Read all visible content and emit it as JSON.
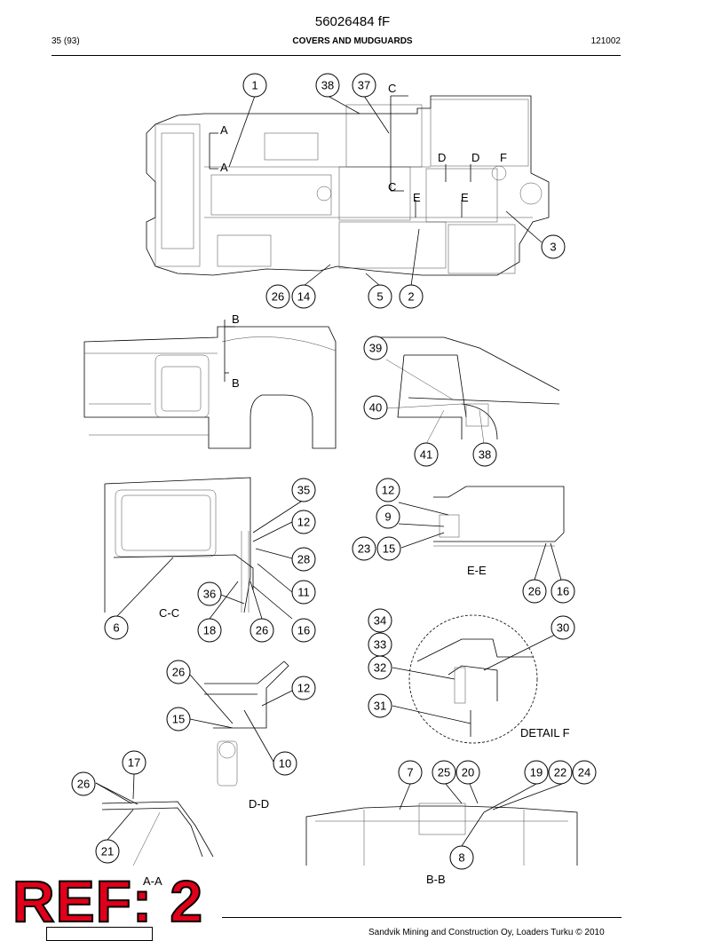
{
  "header": {
    "doc_number": "56026484 fF",
    "page": "35 (93)",
    "title": "COVERS AND MUDGUARDS",
    "date_code": "121002"
  },
  "section_labels": {
    "cc": "C-C",
    "ee": "E-E",
    "dd": "D-D",
    "aa": "A-A",
    "bb": "B-B",
    "detail_f": "DETAIL F"
  },
  "view_letters": {
    "a": "A",
    "b": "B",
    "c": "C",
    "d": "D",
    "e": "E",
    "f": "F"
  },
  "callouts": {
    "top": [
      "1",
      "38",
      "37",
      "3",
      "26",
      "14",
      "5",
      "2"
    ],
    "bsec": [
      "39",
      "40",
      "41",
      "38"
    ],
    "cc": [
      "35",
      "12",
      "28",
      "11",
      "36",
      "6",
      "18",
      "26",
      "16"
    ],
    "ee": [
      "12",
      "9",
      "23",
      "15",
      "26",
      "16"
    ],
    "detailf": [
      "34",
      "33",
      "32",
      "31",
      "30"
    ],
    "dd": [
      "26",
      "12",
      "15",
      "10"
    ],
    "aa": [
      "17",
      "26",
      "21"
    ],
    "bb": [
      "7",
      "25",
      "20",
      "19",
      "22",
      "24",
      "8"
    ]
  },
  "stamp": {
    "text": "REF: 2",
    "color": "#e0001a"
  },
  "footer": {
    "text": "Sandvik Mining and Construction Oy, Loaders Turku © 2010"
  }
}
